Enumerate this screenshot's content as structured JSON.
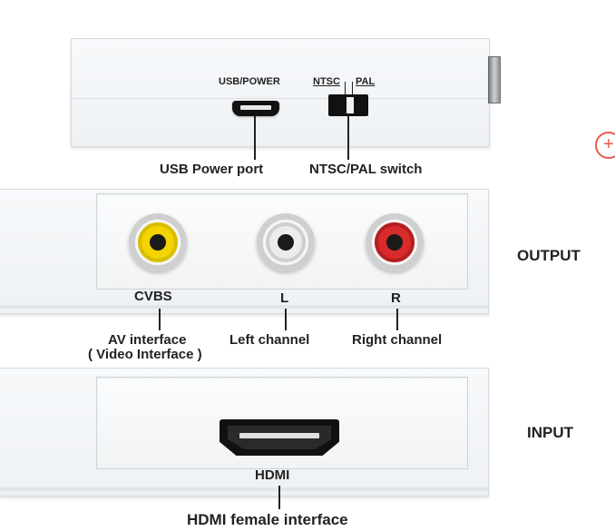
{
  "top": {
    "usb_label": "USB/POWER",
    "ntsc_label": "NTSC",
    "pal_label": "PAL",
    "usb_caption": "USB Power port",
    "switch_caption": "NTSC/PAL switch"
  },
  "output": {
    "section_label": "OUTPUT",
    "ports": [
      {
        "label": "CVBS",
        "caption": "AV interface",
        "caption2": "( Video Interface )",
        "color": "#f2d400"
      },
      {
        "label": "L",
        "caption": "Left channel",
        "color": "#e9e9e9"
      },
      {
        "label": "R",
        "caption": "Right channel",
        "color": "#d92b2b"
      }
    ]
  },
  "input": {
    "section_label": "INPUT",
    "port_label": "HDMI",
    "caption": "HDMI female interface"
  },
  "colors": {
    "accent": "#e85a4f",
    "line": "#222222"
  }
}
